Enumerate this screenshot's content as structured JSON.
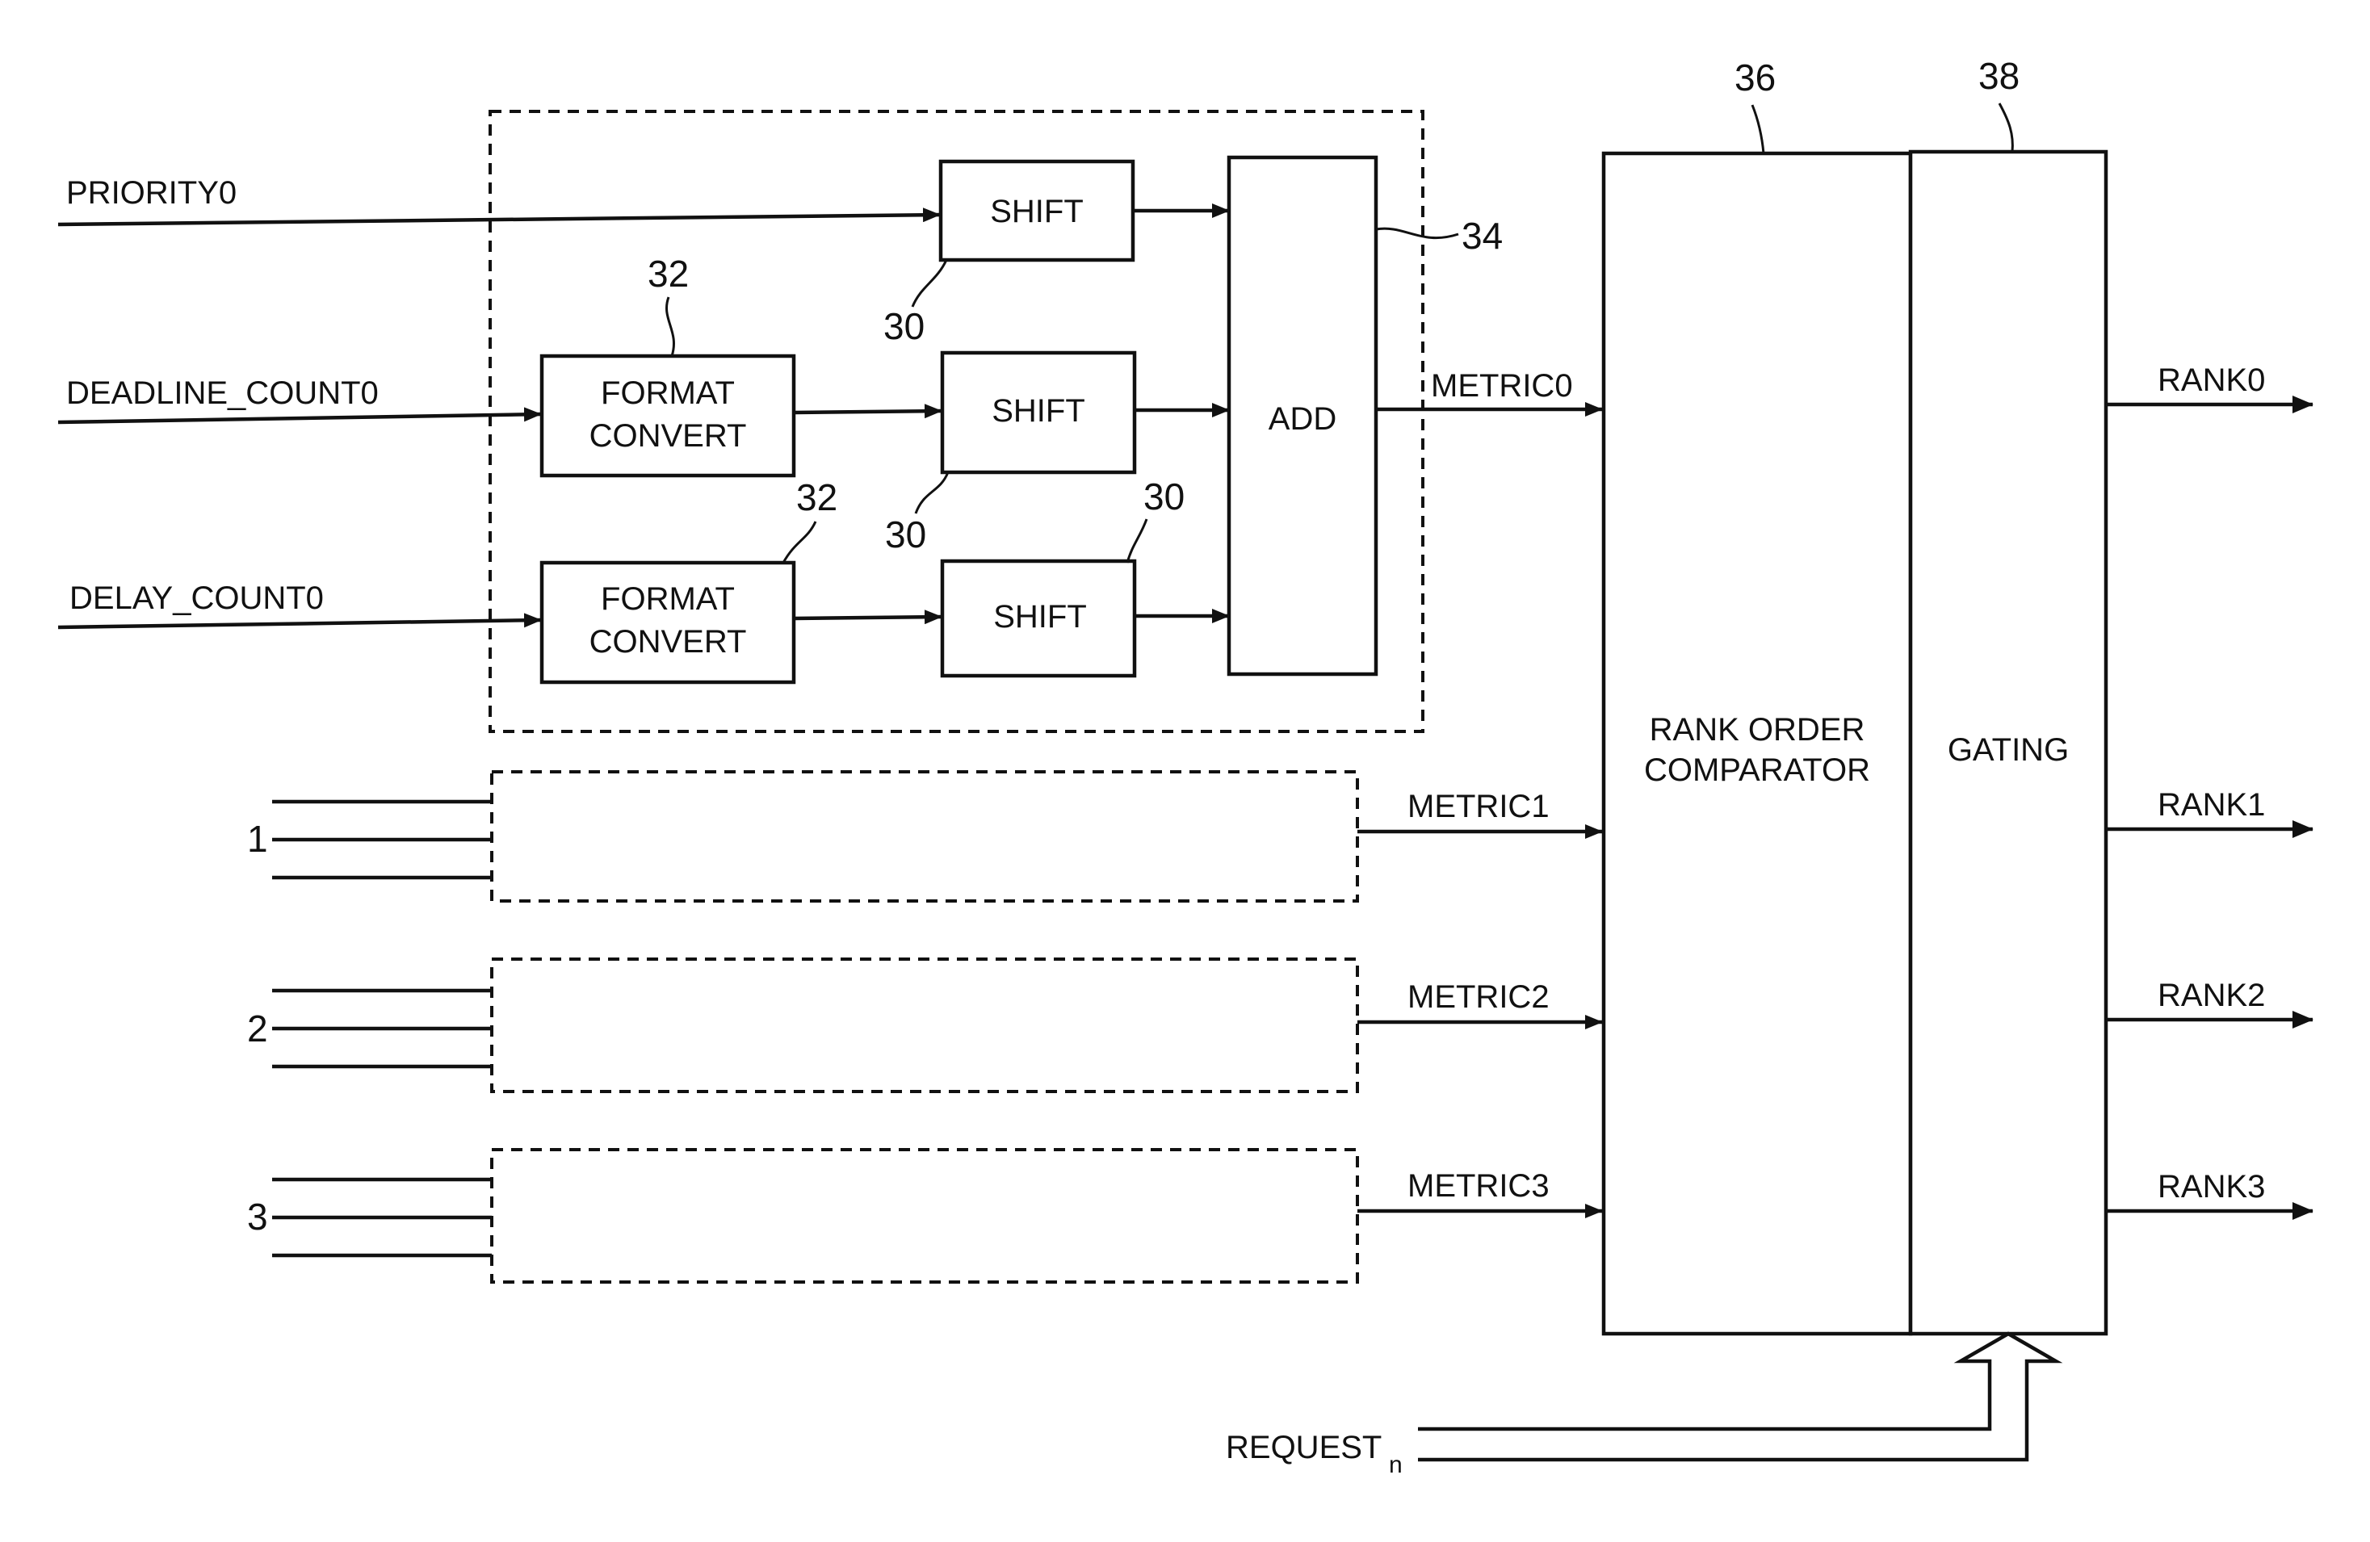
{
  "inputs": {
    "priority": "PRIORITY0",
    "deadline": "DEADLINE_COUNT0",
    "delay": "DELAY_COUNT0"
  },
  "blocks": {
    "shift": "SHIFT",
    "format_line1": "FORMAT",
    "format_line2": "CONVERT",
    "add": "ADD",
    "comparator_line1": "RANK ORDER",
    "comparator_line2": "COMPARATOR",
    "gating": "GATING"
  },
  "metrics": [
    "METRIC0",
    "METRIC1",
    "METRIC2",
    "METRIC3"
  ],
  "ranks": [
    "RANK0",
    "RANK1",
    "RANK2",
    "RANK3"
  ],
  "channels": [
    "1",
    "2",
    "3"
  ],
  "request": {
    "label": "REQUEST",
    "subscript": "n"
  },
  "refs": {
    "shifter": "30",
    "converter": "32",
    "adder": "34",
    "comparator": "36",
    "gating": "38"
  }
}
